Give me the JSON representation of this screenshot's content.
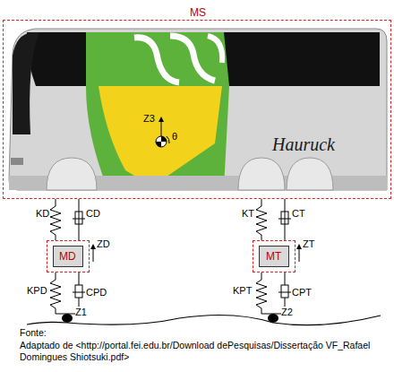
{
  "diagram": {
    "nodes": [
      {
        "text": [
          "MS"
        ]
      },
      {
        "text": [
          "MD"
        ]
      },
      {
        "text": [
          "MT"
        ]
      }
    ],
    "edges": [
      {
        "from": 0,
        "to": 1,
        "arrow": "none"
      },
      {
        "from": 0,
        "to": 2,
        "arrow": "none"
      }
    ],
    "labels": [
      "KD",
      "CD",
      "ZD",
      "KPD",
      "CPD",
      "Z1",
      "KT",
      "CT",
      "ZT",
      "KPT",
      "CPT",
      "Z2",
      "Z3",
      "θ",
      "Hauruck",
      "Fonte:",
      "Adaptado de <http://portal.fei.edu.br/Download dePesquisas/Dissertação VF_Rafael Domingues Shiotsuki.pdf>"
    ]
  }
}
